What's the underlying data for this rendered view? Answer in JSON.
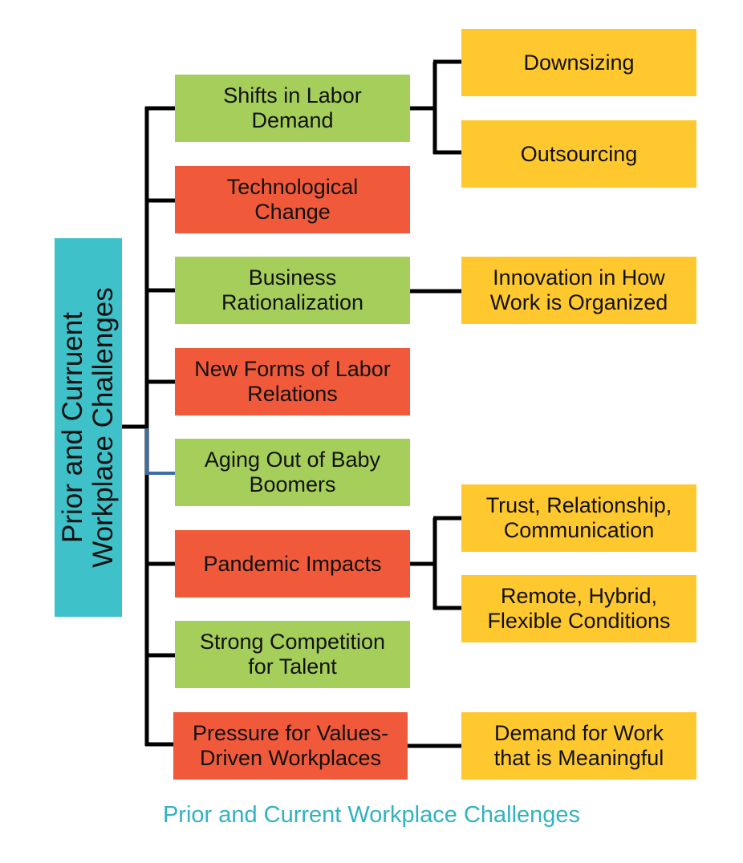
{
  "diagram": {
    "root": {
      "line1": "Prior and Curruent",
      "line2": "Workplace Challenges"
    },
    "categories": [
      {
        "line1": "Shifts in Labor",
        "line2": "Demand",
        "color": "#A6CE5A"
      },
      {
        "line1": "Technological",
        "line2": "Change",
        "color": "#F05A3A"
      },
      {
        "line1": "Business",
        "line2": "Rationalization",
        "color": "#A6CE5A"
      },
      {
        "line1": "New Forms of Labor",
        "line2": "Relations",
        "color": "#F05A3A"
      },
      {
        "line1": "Aging Out of Baby",
        "line2": "Boomers",
        "color": "#A6CE5A"
      },
      {
        "line1": "Pandemic Impacts",
        "line2": "",
        "color": "#F05A3A"
      },
      {
        "line1": "Strong Competition",
        "line2": "for Talent",
        "color": "#A6CE5A"
      },
      {
        "line1": "Pressure for Values-",
        "line2": "Driven Workplaces",
        "color": "#F05A3A"
      }
    ],
    "details": [
      {
        "line1": "Downsizing",
        "line2": ""
      },
      {
        "line1": "Outsourcing",
        "line2": ""
      },
      {
        "line1": "Innovation in How",
        "line2": "Work is Organized"
      },
      {
        "line1": "Trust, Relationship,",
        "line2": "Communication"
      },
      {
        "line1": "Remote, Hybrid,",
        "line2": "Flexible Conditions"
      },
      {
        "line1": "Demand for Work",
        "line2": "that is Meaningful"
      }
    ],
    "detail_color": "#FFC82E",
    "root_color": "#3EC1C8"
  },
  "caption": "Prior and Current Workplace Challenges"
}
